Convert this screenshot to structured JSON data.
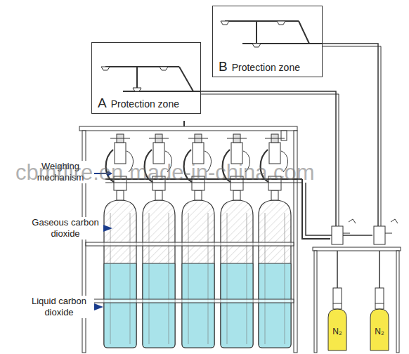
{
  "diagram": {
    "nodes": [
      {
        "text": [
          "A",
          "Protection zone"
        ]
      },
      {
        "text": [
          "B",
          "Protection zone"
        ]
      },
      {
        "text": [
          "N₂"
        ]
      },
      {
        "text": [
          "N₂"
        ]
      }
    ],
    "labels": [
      "Weighing mechanism",
      "Gaseous carbon dioxide",
      "Liquid carbon dioxide",
      "cbmtfire.en.made-in-china.com"
    ]
  }
}
